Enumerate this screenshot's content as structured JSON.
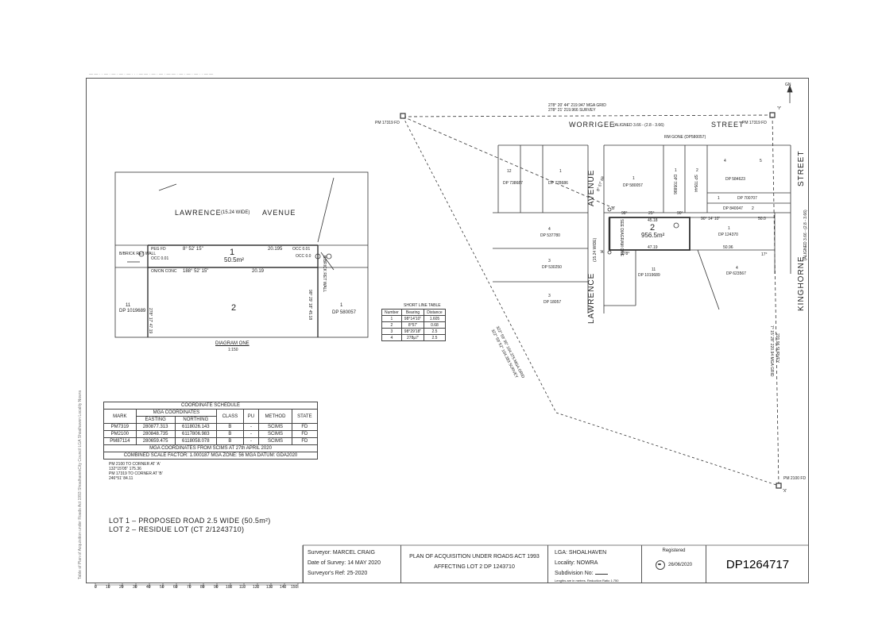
{
  "plan": {
    "plan_number": "DP1264717",
    "registered_label": "Registered",
    "registered_date": "26/06/2020",
    "surveyor": "Surveyor: MARCEL CRAIG",
    "survey_date": "Date of Survey: 14 MAY 2020",
    "surveyor_ref": "Surveyor's Ref: 25-2020",
    "title_line1": "PLAN OF ACQUISITION UNDER ROADS ACT 1993",
    "title_line2": "AFFECTING LOT 2 DP 1243710",
    "lga": "LGA: SHOALHAVEN",
    "locality": "Locality: NOWRA",
    "subdivision": "Subdivision No:",
    "lengths_note": "Lengths are in metres.   Reduction Ratio 1:750"
  },
  "lots": {
    "lot1": "LOT 1 – PROPOSED ROAD 2.5 WIDE (50.5m²)",
    "lot2": "LOT 2 – RESIDUE LOT (CT 2/1243710)"
  },
  "pm_notes": [
    "PM 2100 TO CORNER AT 'A'",
    "132°15'05\" 175.36",
    "PM 17319 TO CORNER AT 'B'",
    "246°51' 84.11"
  ],
  "coordinate_schedule": {
    "title": "COORDINATE SCHEDULE",
    "headers": [
      "MARK",
      "MGA COORDINATES",
      "CLASS",
      "PU",
      "METHOD",
      "STATE"
    ],
    "subheaders": [
      "EASTING",
      "NORTHING"
    ],
    "rows": [
      [
        "PM7319",
        "280877.313",
        "6118026.143",
        "B",
        "-",
        "SCIMS",
        "FD"
      ],
      [
        "PM2100",
        "280848.735",
        "6117806.983",
        "B",
        "-",
        "SCIMS",
        "FD"
      ],
      [
        "PM87114",
        "280659.475",
        "6118058.078",
        "B",
        "-",
        "SCIMS",
        "FD"
      ]
    ],
    "footer1": "MGA COORDINATES FROM SCIMS AT 27th APRIL 2020",
    "footer2": "COMBINED SCALE FACTOR: 1.000187  MGA ZONE: 56  MGA DATUM: GDA2020"
  },
  "short_line_table": {
    "title": "SHORT LINE TABLE",
    "headers": [
      "Number",
      "Bearing",
      "Distance"
    ],
    "rows": [
      [
        "1",
        "98°14'10\"",
        "1.605"
      ],
      [
        "2",
        "8°57'",
        "0.68"
      ],
      [
        "3",
        "98°29'18\"",
        "2.5"
      ],
      [
        "4",
        "278µ7'",
        "2.5"
      ]
    ]
  },
  "diagram_one": {
    "caption": "DIAGRAM ONE",
    "scale": "1:150",
    "street": "LAWRENCE",
    "street_width": "(15.24 WIDE)",
    "street2": "AVENUE",
    "lot1": "1",
    "lot1_area": "50.5m²",
    "lot2": "2",
    "bearing_top": "8° 52' 15\"",
    "bearing_bottom": "188° 52' 15\"",
    "dist_top": "20.195",
    "dist_bottom": "20.19",
    "lot_left": "11",
    "lot_left_dp": "DP 1019689",
    "lot_right": "1",
    "lot_right_dp": "DP 580057",
    "peg": "PEG FD",
    "occ_left": "OCC 0.01",
    "occ_right": "OCC 0.01",
    "occ_right2": "OCC 0.0",
    "wall_left": "B/BRICK RET WALL",
    "wall_right": "B/BRICK RET WALL",
    "brg_left": "278° 17' 47.19",
    "brg_right": "98° 29' 18\" 45.18",
    "onoff": "ON/ON CONC"
  },
  "main_plan": {
    "street_top": "WORRIGEE",
    "street_top_aligned": "(ALIGNED 3.66 - (2.8 - 3.66)",
    "street_top2": "STREET",
    "street_right": "KINGHORNE",
    "street_right_aligned": "(ALIGNED 3.66 - (2.8 - 3.66)",
    "street_right2": "STREET",
    "avenue_upper": "AVENUE",
    "avenue_lower": "LAWRENCE",
    "avenue_width": "(15.24 WIDE)",
    "grid_bearing_top": "278° 20' 44\"   219.947 MGA GRID",
    "survey_bearing_top": "278° 21'     219.966 SURVEY",
    "grid_bearing_diag": "322° 59' 35\"   164.375 MGA GRID",
    "survey_bearing_diag": "322° 59' 52\"   164.383 SURVEY",
    "grid_bearing_right": "7° 15' 28\"   220.94 MGA GRID",
    "survey_bearing_right": "220.96 SURVEY",
    "lot2": "2",
    "lot2_area": "956.5m²",
    "pm_tl": "PM 17319 FD",
    "pm_tr": "PM 17319 FD",
    "pm_br": "PM 2100 FD",
    "corner_a": "'A'",
    "corner_b": "'B'",
    "corner_x": "'X'",
    "corner_y": "'Y'",
    "rm_gone": "RM GONE (DP580057)",
    "north": "GN",
    "see_diagram": "SEE DIAGRAM ONE",
    "dp_labels": [
      "DP 738687",
      "DP 778686",
      "DP 580057",
      "DP 705896",
      "SP 70544",
      "DP 584623",
      "DP 700707",
      "DP 840047",
      "DP 537780",
      "DP 530250",
      "DP 18057",
      "DP 1019689",
      "DP 124370",
      "DP 623567"
    ],
    "lot_numbers": [
      "12",
      "1",
      "1",
      "1",
      "2",
      "4",
      "5",
      "1",
      "2",
      "4",
      "3",
      "3",
      "11",
      "1",
      "4"
    ],
    "dims": [
      "98°",
      "25°",
      "90°",
      "90° 14' 10\"",
      "50.0",
      "45.18",
      "47.19",
      "50.96",
      "8° 57' 68",
      "17°",
      "278°"
    ]
  },
  "scale_bar": [
    "0",
    "10",
    "20",
    "30",
    "40",
    "50",
    "60",
    "70",
    "80",
    "90",
    "100",
    "110",
    "120",
    "130",
    "140",
    "150"
  ],
  "margin_text": "Table of Plan of Acquisition under Roads Act 1993  ShoalhavenCity Council  LGA Shoalhaven Locality Nowra"
}
